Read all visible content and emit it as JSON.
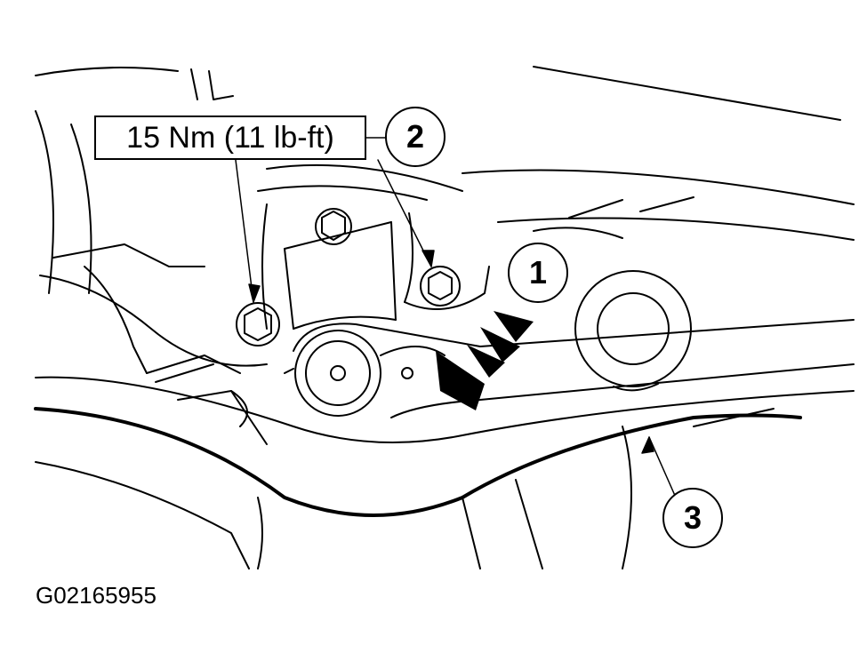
{
  "torque_spec": "15 Nm (11 lb-ft)",
  "callouts": [
    "2",
    "1",
    "3"
  ],
  "figure_id": "G02165955",
  "line_color": "#000000",
  "background_color": "#ffffff"
}
